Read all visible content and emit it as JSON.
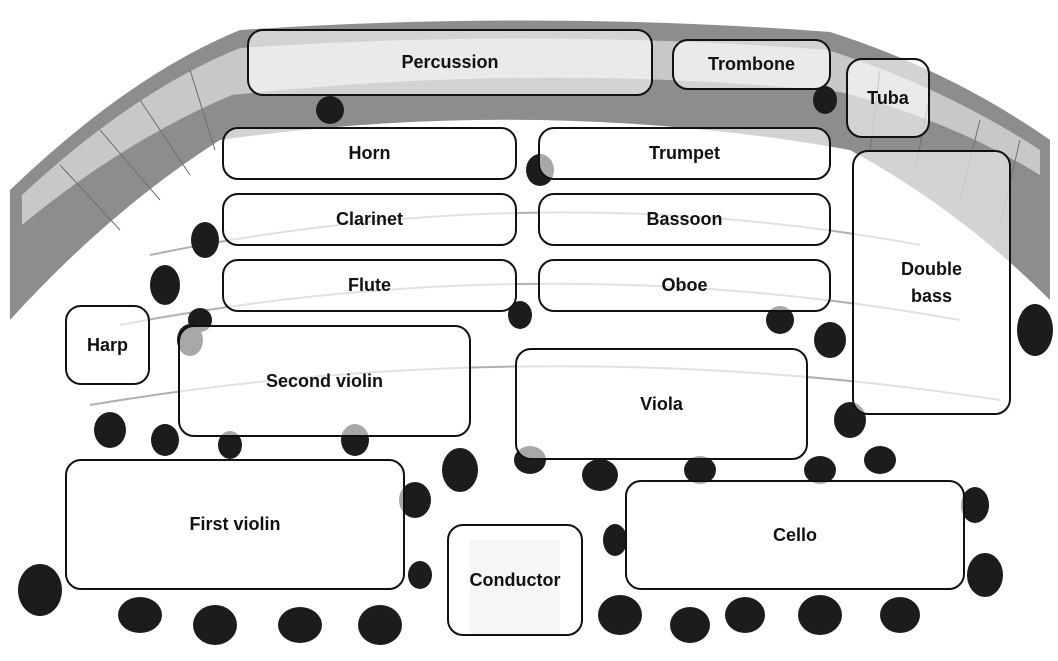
{
  "sections": {
    "percussion": "Percussion",
    "trombone": "Trombone",
    "tuba": "Tuba",
    "horn": "Horn",
    "trumpet": "Trumpet",
    "clarinet": "Clarinet",
    "bassoon": "Bassoon",
    "flute": "Flute",
    "oboe": "Oboe",
    "double_bass": "Double\nbass",
    "harp": "Harp",
    "second_violin": "Second violin",
    "viola": "Viola",
    "first_violin": "First violin",
    "conductor": "Conductor",
    "cello": "Cello"
  },
  "colors": {
    "outline": "#111111",
    "wall": "#9a9a9a",
    "floor": "#ffffff",
    "musician": "#1c1c1c"
  }
}
